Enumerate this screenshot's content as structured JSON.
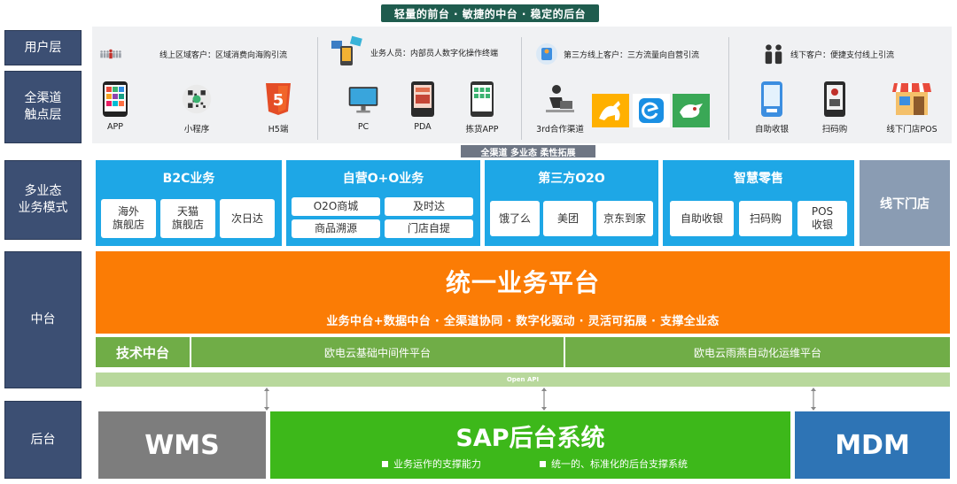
{
  "banner": "轻量的前台 · 敏捷的中台 · 稳定的后台",
  "layers": {
    "user": "用户层",
    "touchpoint": "全渠道\n触点层",
    "business": "多业态\n业务模式",
    "middle": "中台",
    "back": "后台"
  },
  "customers": [
    {
      "icon": "crowd-icon",
      "label": "线上区域客户：区域消费向海购引流"
    },
    {
      "icon": "staff-terminal-icon",
      "label": "业务人员：内部员人数字化操作终端"
    },
    {
      "icon": "third-party-customer-icon",
      "label": "第三方线上客户：三方流量向自营引流"
    },
    {
      "icon": "couple-icon",
      "label": "线下客户：便捷支付线上引流"
    }
  ],
  "touchpoints": {
    "app": "APP",
    "mini_program": "小程序",
    "h5": "H5端",
    "h5_badge": "5",
    "pc": "PC",
    "pda": "PDA",
    "picking_app": "拣货APP",
    "third_party": "3rd合作渠道",
    "self_checkout": "自助收银",
    "scan_buy": "扫码购",
    "store_pos": "线下门店POS"
  },
  "omni_tag": "全渠道 多业态 柔性拓展",
  "business_models": {
    "b2c": {
      "title": "B2C业务",
      "items": [
        "海外\n旗舰店",
        "天猫\n旗舰店",
        "次日达"
      ]
    },
    "o2o": {
      "title": "自营O+O业务",
      "items": [
        "O2O商城",
        "及时达",
        "商品溯源",
        "门店自提"
      ]
    },
    "third": {
      "title": "第三方O2O",
      "items": [
        "饿了么",
        "美团",
        "京东到家"
      ]
    },
    "retail": {
      "title": "智慧零售",
      "items": [
        "自助收银",
        "扫码购",
        "POS\n收银"
      ]
    },
    "offline": "线下门店"
  },
  "platform": {
    "title": "统一业务平台",
    "subtitle": "业务中台+数据中台 · 全渠道协同 · 数字化驱动 · 灵活可拓展 · 支撑全业态"
  },
  "tech": {
    "label": "技术中台",
    "middleware": "欧电云基础中间件平台",
    "ops": "欧电云雨燕自动化运维平台"
  },
  "open_api": "Open API",
  "back": {
    "wms": "WMS",
    "sap": "SAP后台系统",
    "sap_bullets": [
      "业务运作的支撑能力",
      "统一的、标准化的后台支撑系统"
    ],
    "mdm": "MDM"
  },
  "colors": {
    "layer": "#3c4f73",
    "business": "#1ea7e6",
    "platform": "#fb7c05",
    "tech": "#70ad47",
    "sap": "#3db81a",
    "wms": "#7d7d7d",
    "mdm": "#2e74b5"
  }
}
